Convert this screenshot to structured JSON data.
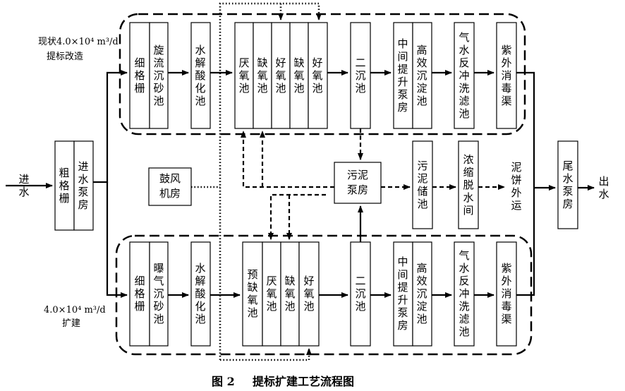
{
  "labels": {
    "top_line1": "现状4.0×10⁴ m³/d",
    "top_line2": "提标改造",
    "bottom_line1": "4.0×10⁴ m³/d",
    "bottom_line2": "扩建",
    "inlet": "进水",
    "outlet": "出水",
    "sludge_out": "泥饼外运"
  },
  "caption": {
    "fig_no": "图 2",
    "title": "提标扩建工艺流程图"
  },
  "common": {
    "coarse_screen": "粗格栅",
    "inlet_pump": "进水泵房",
    "blower": "鼓风机房",
    "sludge_pump": "污泥泵房",
    "sludge_storage": "污泥储池",
    "dewatering": "浓缩脱水间",
    "tail_pump": "尾水泵房"
  },
  "top": {
    "fine_screen": "细格栅",
    "grit": "旋流沉砂池",
    "hydrolysis": "水解酸化池",
    "bio": [
      "厌氧池",
      "缺氧池",
      "好氧池",
      "缺氧池",
      "好氧池"
    ],
    "clarifier": "二沉池",
    "lift": "中间提升泵房",
    "hes": "高效沉淀池",
    "filter": "气水反冲洗滤池",
    "uv": "紫外消毒渠"
  },
  "bottom": {
    "fine_screen": "细格栅",
    "grit": "曝气沉砂池",
    "hydrolysis": "水解酸化池",
    "bio": [
      "预缺氧池",
      "厌氧池",
      "缺氧池",
      "好氧池"
    ],
    "clarifier": "二沉池",
    "lift": "中间提升泵房",
    "hes": "高效沉淀池",
    "filter": "气水反冲洗滤池",
    "uv": "紫外消毒渠"
  }
}
